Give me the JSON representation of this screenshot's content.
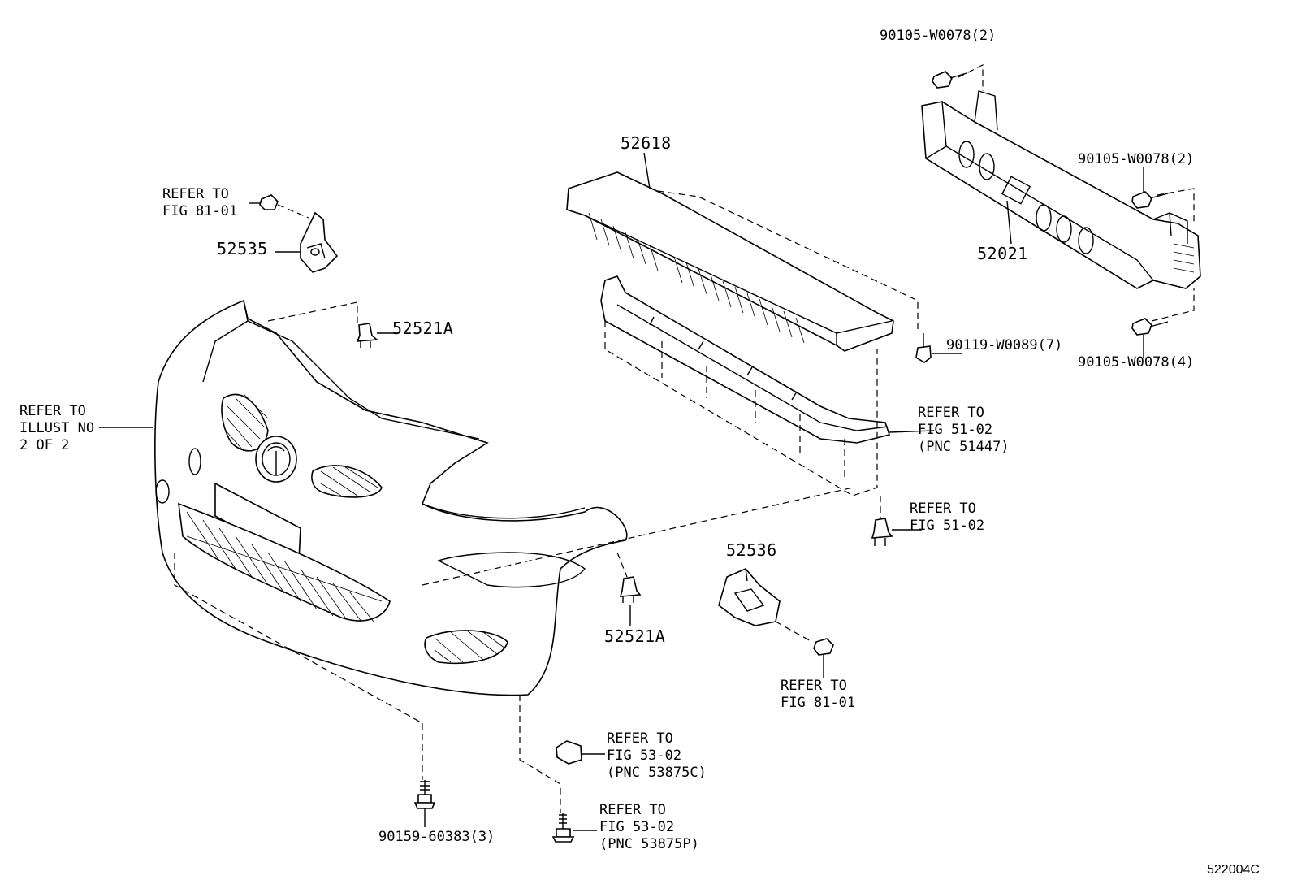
{
  "labels": {
    "bolt_top": "90105-W0078(2)",
    "bolt_right_upper": "90105-W0078(2)",
    "bolt_right_lower": "90105-W0078(4)",
    "reinforcement": "52021",
    "absorber": "52618",
    "clip_right": "90119-W0089(7)",
    "bracket_left": "52535",
    "refer_81_01_top": [
      "REFER TO",
      "FIG 81-01"
    ],
    "retainer_top": "52521A",
    "refer_illust": [
      "REFER TO",
      "ILLUST NO",
      "2 OF 2"
    ],
    "refer_51_02_pnc": [
      "REFER TO",
      "FIG 51-02",
      "(PNC 51447)"
    ],
    "refer_51_02": [
      "REFER TO",
      "FIG 51-02"
    ],
    "bracket_right": "52536",
    "retainer_bottom": "52521A",
    "refer_81_01_bottom": [
      "REFER TO",
      "FIG 81-01"
    ],
    "refer_53_02_c": [
      "REFER TO",
      "FIG 53-02",
      "(PNC 53875C)"
    ],
    "refer_53_02_p": [
      "REFER TO",
      "FIG 53-02",
      "(PNC 53875P)"
    ],
    "screw_bottom": "90159-60383(3)",
    "figure_id": "522004C"
  }
}
